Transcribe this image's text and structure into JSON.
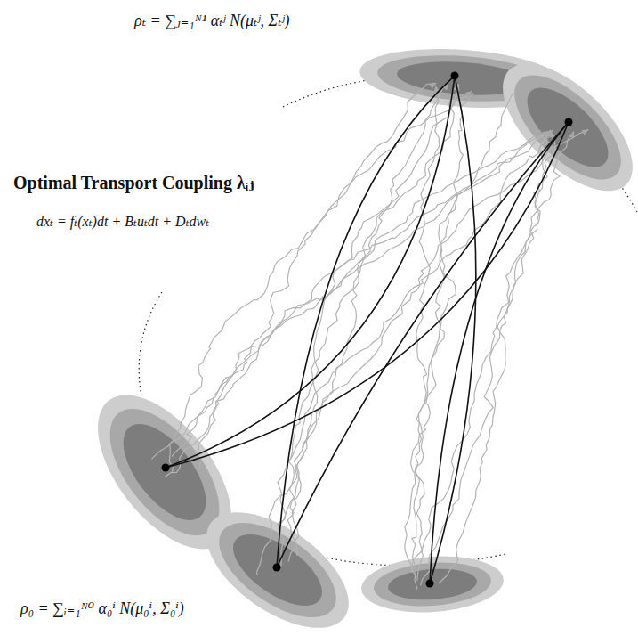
{
  "diagram": {
    "title": "Optimal Transport Coupling λᵢⱼ",
    "labels": [
      "ρₜ = ∑ⱼ₌₁ᴺ¹ αₜʲ N(μₜʲ, Σₜʲ)",
      "dxₜ = fₜ(xₜ)dt + Bₜuₜdt + Dₜdwₜ",
      "ρ₀ = ∑ᵢ₌₁ᴺ⁰ α₀ⁱ N(μ₀ⁱ, Σ₀ⁱ)"
    ]
  }
}
